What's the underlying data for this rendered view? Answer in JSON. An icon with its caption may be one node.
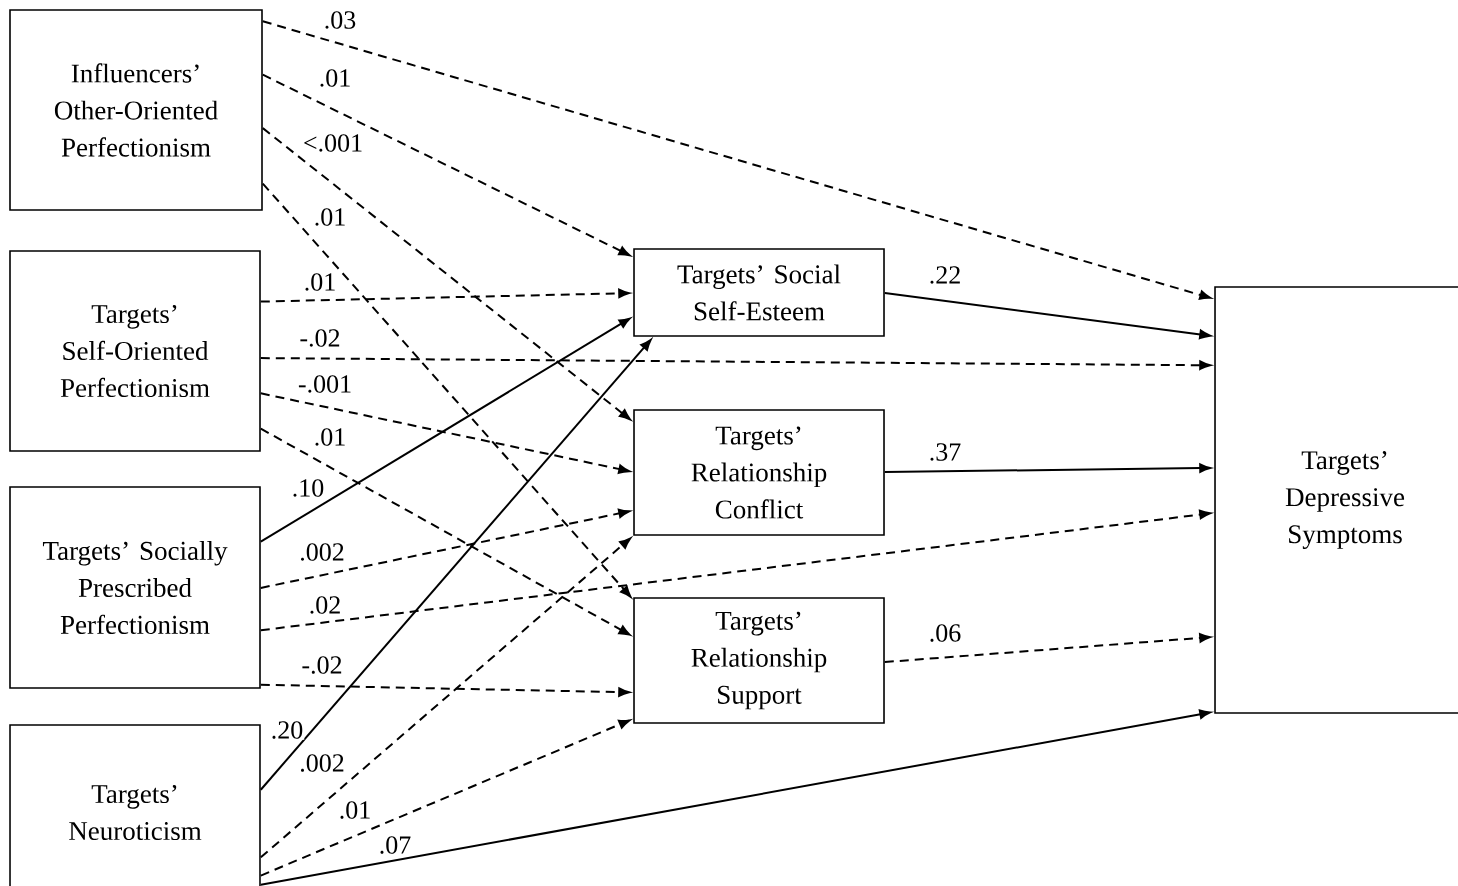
{
  "diagram": {
    "nodes": [
      {
        "text": [
          "Influencers’ Other-Oriented Perfectionism"
        ]
      },
      {
        "text": [
          "Targets’ Self-Oriented Perfectionism"
        ]
      },
      {
        "text": [
          "Targets’ Socially Prescribed Perfectionism"
        ]
      },
      {
        "text": [
          "Targets’ Neuroticism"
        ]
      },
      {
        "text": [
          "Targets’ Social Self-Esteem"
        ]
      },
      {
        "text": [
          "Targets’ Relationship Conflict"
        ]
      },
      {
        "text": [
          "Targets’ Relationship Support"
        ]
      },
      {
        "text": [
          "Targets’ Depressive Symptoms"
        ]
      }
    ],
    "edges": [
      {
        "from": 0,
        "to": 7,
        "arrow": "to",
        "label": ".03",
        "style": "dashed"
      },
      {
        "from": 0,
        "to": 4,
        "arrow": "to",
        "label": ".01",
        "style": "dashed"
      },
      {
        "from": 0,
        "to": 5,
        "arrow": "to",
        "label": "<.001",
        "style": "dashed"
      },
      {
        "from": 0,
        "to": 6,
        "arrow": "to",
        "label": ".01",
        "style": "dashed"
      },
      {
        "from": 1,
        "to": 4,
        "arrow": "to",
        "label": ".01",
        "style": "dashed"
      },
      {
        "from": 1,
        "to": 7,
        "arrow": "to",
        "label": "-.02",
        "style": "dashed"
      },
      {
        "from": 1,
        "to": 5,
        "arrow": "to",
        "label": "-.001",
        "style": "dashed"
      },
      {
        "from": 1,
        "to": 6,
        "arrow": "to",
        "label": ".01",
        "style": "dashed"
      },
      {
        "from": 2,
        "to": 4,
        "arrow": "to",
        "label": ".10"
      },
      {
        "from": 2,
        "to": 5,
        "arrow": "to",
        "label": ".002",
        "style": "dashed"
      },
      {
        "from": 2,
        "to": 7,
        "arrow": "to",
        "label": ".02",
        "style": "dashed"
      },
      {
        "from": 2,
        "to": 6,
        "arrow": "to",
        "label": "-.02",
        "style": "dashed"
      },
      {
        "from": 3,
        "to": 4,
        "arrow": "to",
        "label": ".20"
      },
      {
        "from": 3,
        "to": 5,
        "arrow": "to",
        "label": ".002",
        "style": "dashed"
      },
      {
        "from": 3,
        "to": 6,
        "arrow": "to",
        "label": ".01",
        "style": "dashed"
      },
      {
        "from": 3,
        "to": 7,
        "arrow": "to",
        "label": ".07"
      },
      {
        "from": 4,
        "to": 7,
        "arrow": "to",
        "label": ".22"
      },
      {
        "from": 5,
        "to": 7,
        "arrow": "to",
        "label": ".37"
      },
      {
        "from": 6,
        "to": 7,
        "arrow": "to",
        "label": ".06",
        "style": "dashed"
      }
    ]
  }
}
